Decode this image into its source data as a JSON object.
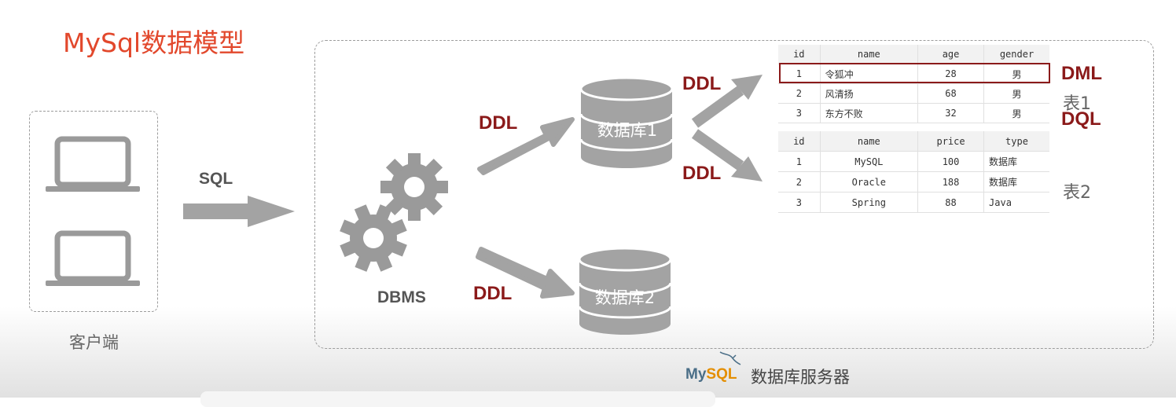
{
  "title": "MySql数据模型",
  "client": {
    "label": "客户端"
  },
  "labels": {
    "sql": "SQL",
    "dbms": "DBMS",
    "ddl": "DDL",
    "dml": "DML",
    "dql": "DQL"
  },
  "databases": [
    {
      "name": "数据库1"
    },
    {
      "name": "数据库2"
    }
  ],
  "table1": {
    "label": "表1",
    "headers": [
      "id",
      "name",
      "age",
      "gender"
    ],
    "rows": [
      [
        "1",
        "令狐冲",
        "28",
        "男"
      ],
      [
        "2",
        "风清扬",
        "68",
        "男"
      ],
      [
        "3",
        "东方不败",
        "32",
        "男"
      ]
    ]
  },
  "table2": {
    "label": "表2",
    "headers": [
      "id",
      "name",
      "price",
      "type"
    ],
    "rows": [
      [
        "1",
        "MySQL",
        "100",
        "数据库"
      ],
      [
        "2",
        "Oracle",
        "188",
        "数据库"
      ],
      [
        "3",
        "Spring",
        "88",
        "Java"
      ]
    ]
  },
  "server": {
    "logo_my": "My",
    "logo_sql": "SQL",
    "label": "数据库服务器"
  },
  "colors": {
    "title": "#e2482c",
    "ddl": "#8b1a1a",
    "icon_gray": "#9a9a9a",
    "db_gray": "#a3a3a3"
  }
}
